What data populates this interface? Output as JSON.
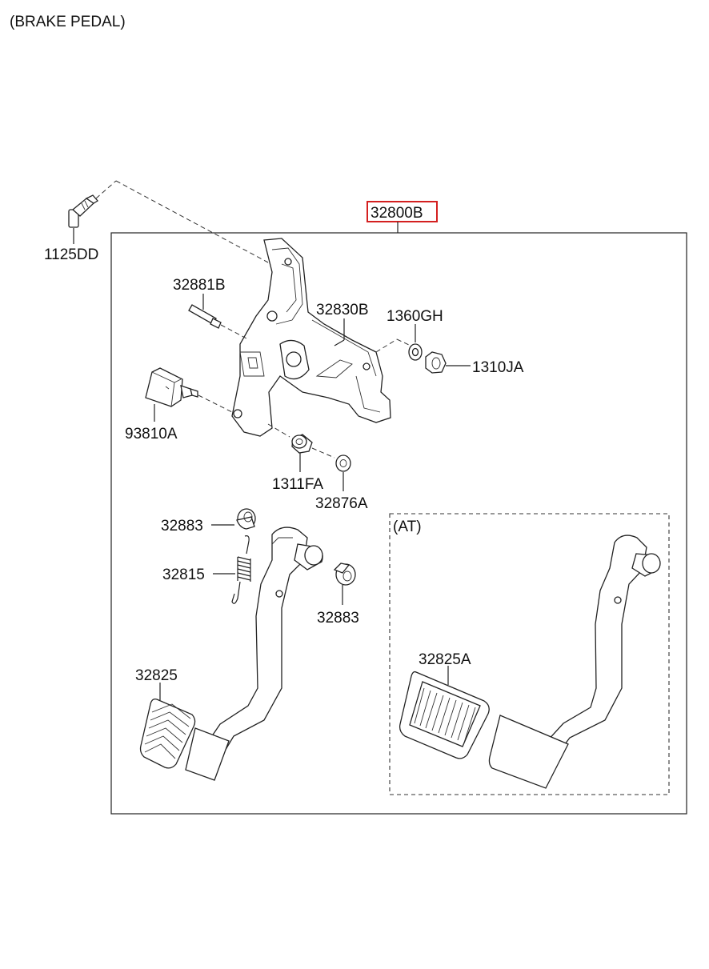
{
  "title": "(BRAKE PEDAL)",
  "assembly": {
    "part_number": "32800B",
    "highlight_color": "#d42020"
  },
  "inset": {
    "label": "(AT)"
  },
  "parts": {
    "p1125DD": "1125DD",
    "p32881B": "32881B",
    "p32830B": "32830B",
    "p1360GH": "1360GH",
    "p1310JA": "1310JA",
    "p93810A": "93810A",
    "p1311FA": "1311FA",
    "p32876A": "32876A",
    "p32883_top": "32883",
    "p32815": "32815",
    "p32883_bottom": "32883",
    "p32825": "32825",
    "p32825A": "32825A"
  }
}
